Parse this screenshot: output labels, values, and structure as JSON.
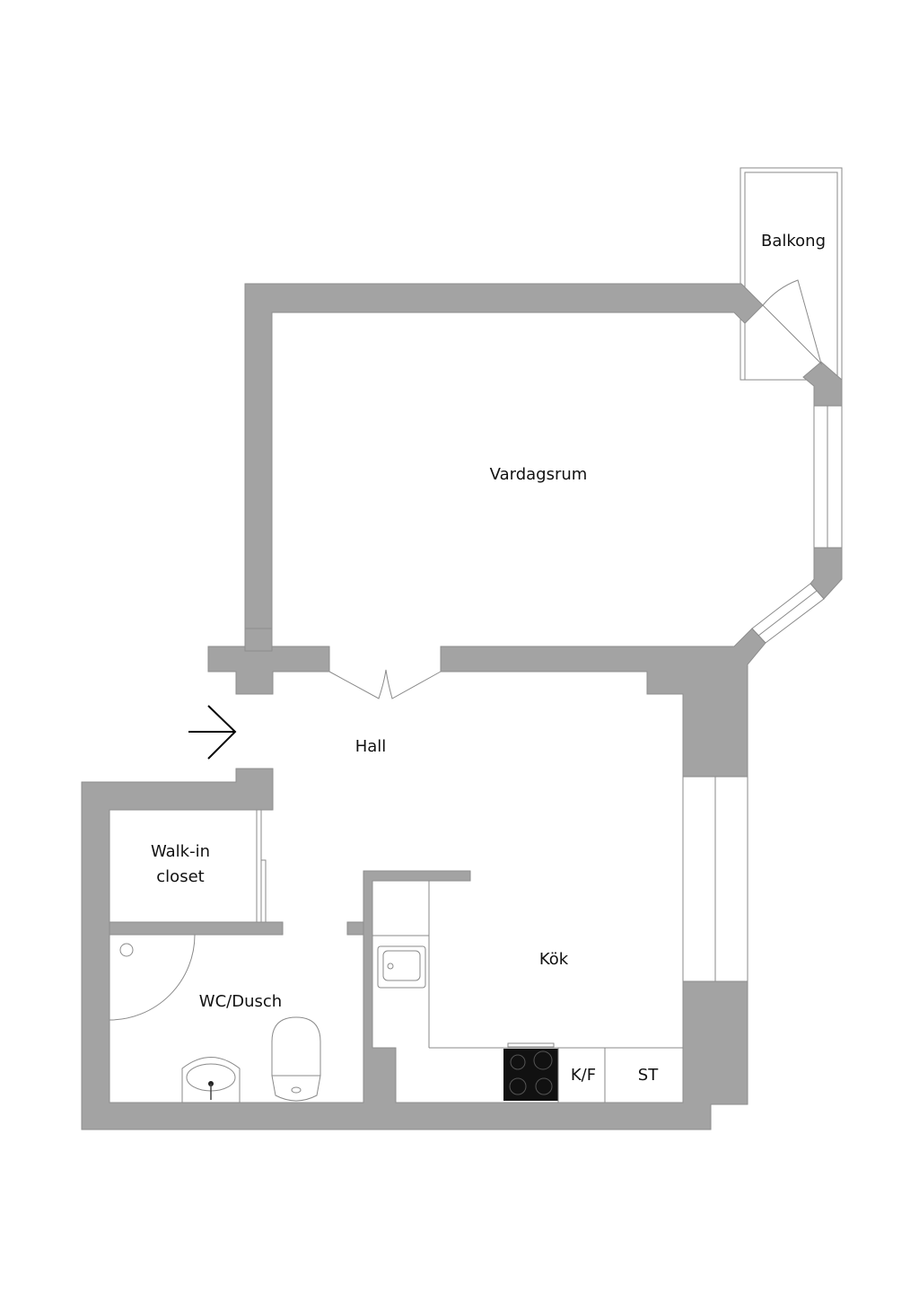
{
  "plan": {
    "rooms": {
      "balcony": "Balkong",
      "living_room": "Vardagsrum",
      "hall": "Hall",
      "closet_line1": "Walk-in",
      "closet_line2": "closet",
      "bathroom": "WC/Dusch",
      "kitchen": "Kök",
      "fridge_freezer": "K/F",
      "storage": "ST"
    },
    "colors": {
      "wall": "#a3a3a3",
      "stove": "#111111"
    }
  }
}
